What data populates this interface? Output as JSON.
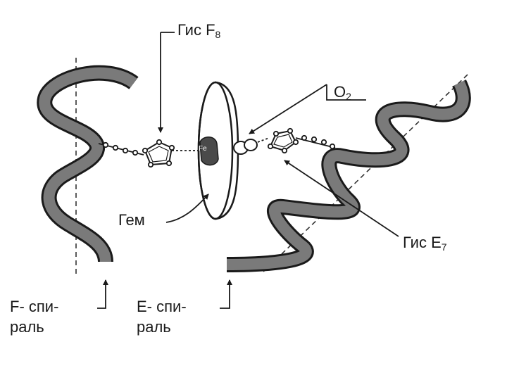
{
  "labels": {
    "his_f8": {
      "base": "Гис F",
      "sub": "8"
    },
    "o2": {
      "base": "O",
      "sub": "2"
    },
    "fe": "Fe",
    "heme": "Гем",
    "his_e7": {
      "base": "Гис E",
      "sub": "7"
    },
    "f_helix": {
      "line1": "F- спи-",
      "line2": "раль"
    },
    "e_helix": {
      "line1": "E- спи-",
      "line2": "раль"
    }
  },
  "colors": {
    "helix_fill": "#7a7a7a",
    "helix_outline": "#1a1a1a",
    "ink": "#1a1a1a",
    "fe_fill": "#4a4a4a"
  }
}
